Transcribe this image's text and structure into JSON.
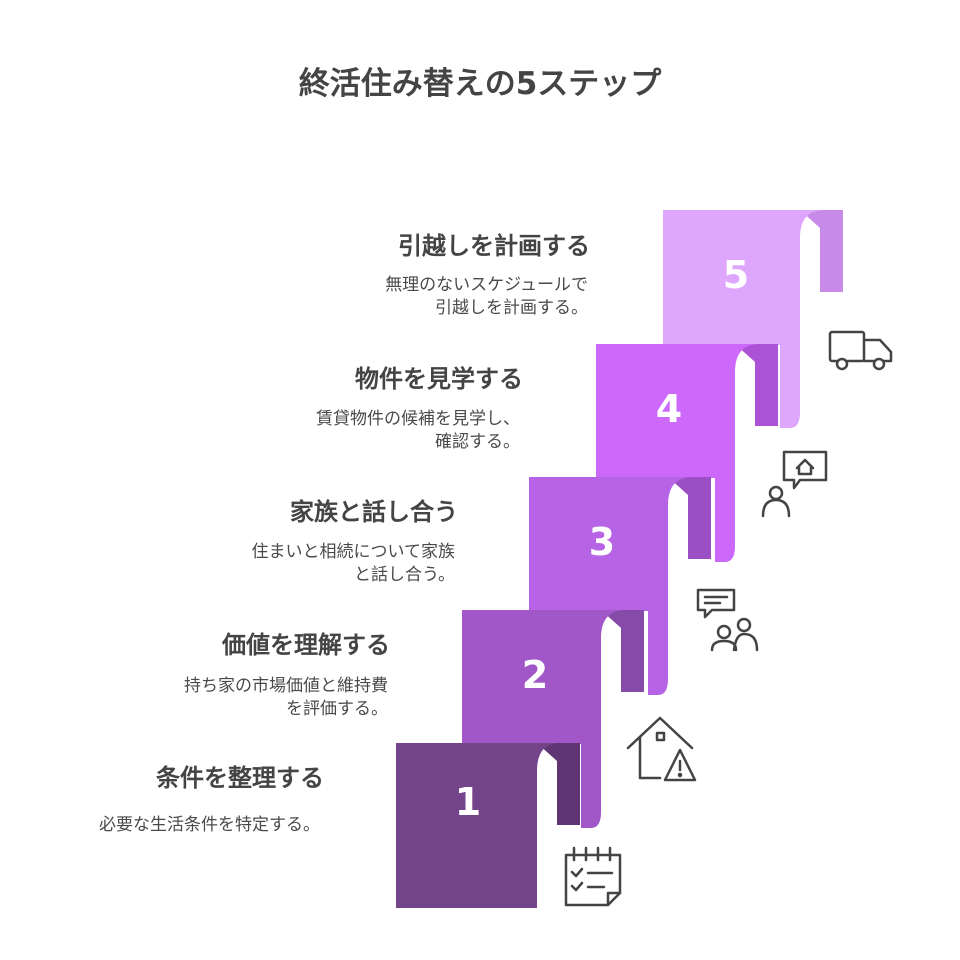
{
  "title": "終活住み替えの5ステップ",
  "colors": {
    "step1": "#74448b",
    "step1_fold": "#5f3673",
    "step2": "#a257c9",
    "step2_fold": "#864aa8",
    "step3": "#b763e6",
    "step3_fold": "#9a50c2",
    "step4": "#cc68fa",
    "step4_fold": "#ac52d6",
    "step5": "#dfa6fe",
    "step5_fold": "#c88ae8",
    "text": "#444444",
    "icon": "#444444"
  },
  "steps": [
    {
      "number": "1",
      "title": "条件を整理する",
      "desc_line1": "必要な生活条件を特定する。",
      "desc_line2": "",
      "icon": "checklist-calendar-icon"
    },
    {
      "number": "2",
      "title": "価値を理解する",
      "desc_line1": "持ち家の市場価値と維持費",
      "desc_line2": "を評価する。",
      "icon": "house-warning-icon"
    },
    {
      "number": "3",
      "title": "家族と話し合う",
      "desc_line1": "住まいと相続について家族",
      "desc_line2": "と話し合う。",
      "icon": "family-discussion-icon"
    },
    {
      "number": "4",
      "title": "物件を見学する",
      "desc_line1": "賃貸物件の候補を見学し、",
      "desc_line2": "確認する。",
      "icon": "person-house-bubble-icon"
    },
    {
      "number": "5",
      "title": "引越しを計画する",
      "desc_line1": "無理のないスケジュールで",
      "desc_line2": "引越しを計画する。",
      "icon": "moving-truck-icon"
    }
  ]
}
